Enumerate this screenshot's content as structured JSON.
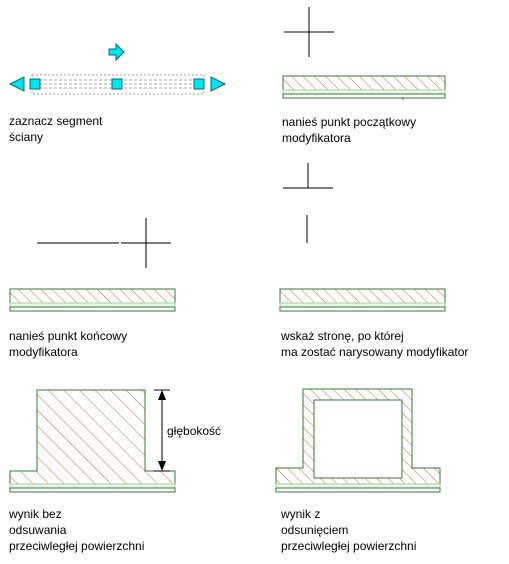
{
  "panels": {
    "select_segment": {
      "caption": [
        "zaznacz segment",
        "ściany"
      ]
    },
    "start_point": {
      "caption": [
        "nanieś punkt początkowy",
        "modyfikatora"
      ]
    },
    "end_point": {
      "caption": [
        "nanieś punkt końcowy",
        "modyfikatora"
      ]
    },
    "side": {
      "caption": [
        "wskaż stronę, po której",
        "ma zostać narysowany modyfikator"
      ]
    },
    "result_no_offset": {
      "caption": [
        "wynik bez",
        "odsuwania",
        "przeciwległej powierzchni"
      ]
    },
    "result_offset": {
      "caption": [
        "wynik z",
        "odsunięciem",
        "przeciwległej powierzchni"
      ]
    }
  },
  "dimension_label": "głębokość",
  "colors": {
    "hatch": "#d2691e",
    "wall_outline": "#2e7d32",
    "wall_band": "#9fd49f",
    "grip_fill": "#00e5ee",
    "grip_stroke": "#006a80",
    "line": "#000000"
  },
  "icons": {
    "grip": "square-grip",
    "arrow": "arrow-grip"
  }
}
